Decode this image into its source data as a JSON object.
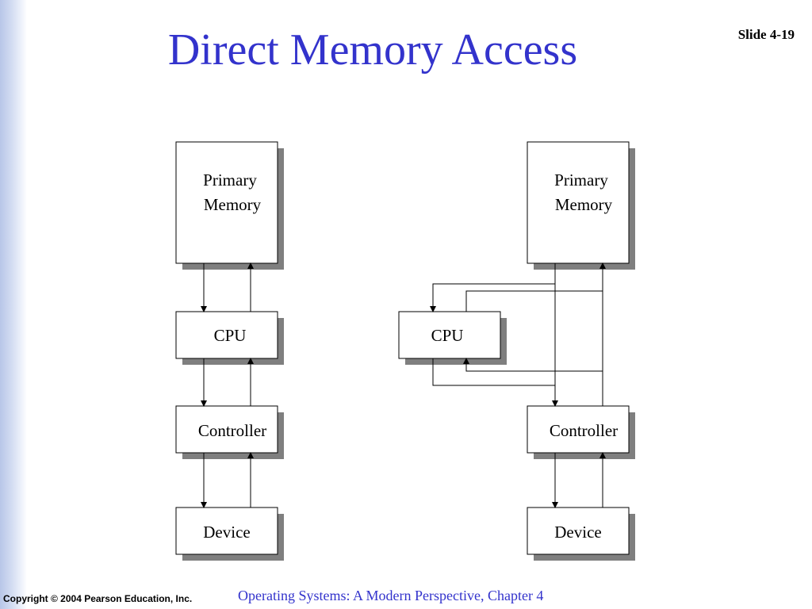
{
  "slide": {
    "title": "Direct Memory Access",
    "slide_number": "Slide 4-19",
    "copyright": "Copyright © 2004 Pearson Education, Inc.",
    "footer": "Operating Systems: A Modern Perspective, Chapter 4"
  },
  "diagram": {
    "left": {
      "memory_line1": "Primary",
      "memory_line2": "Memory",
      "cpu": "CPU",
      "controller": "Controller",
      "device": "Device"
    },
    "right": {
      "memory_line1": "Primary",
      "memory_line2": "Memory",
      "cpu": "CPU",
      "controller": "Controller",
      "device": "Device"
    }
  }
}
